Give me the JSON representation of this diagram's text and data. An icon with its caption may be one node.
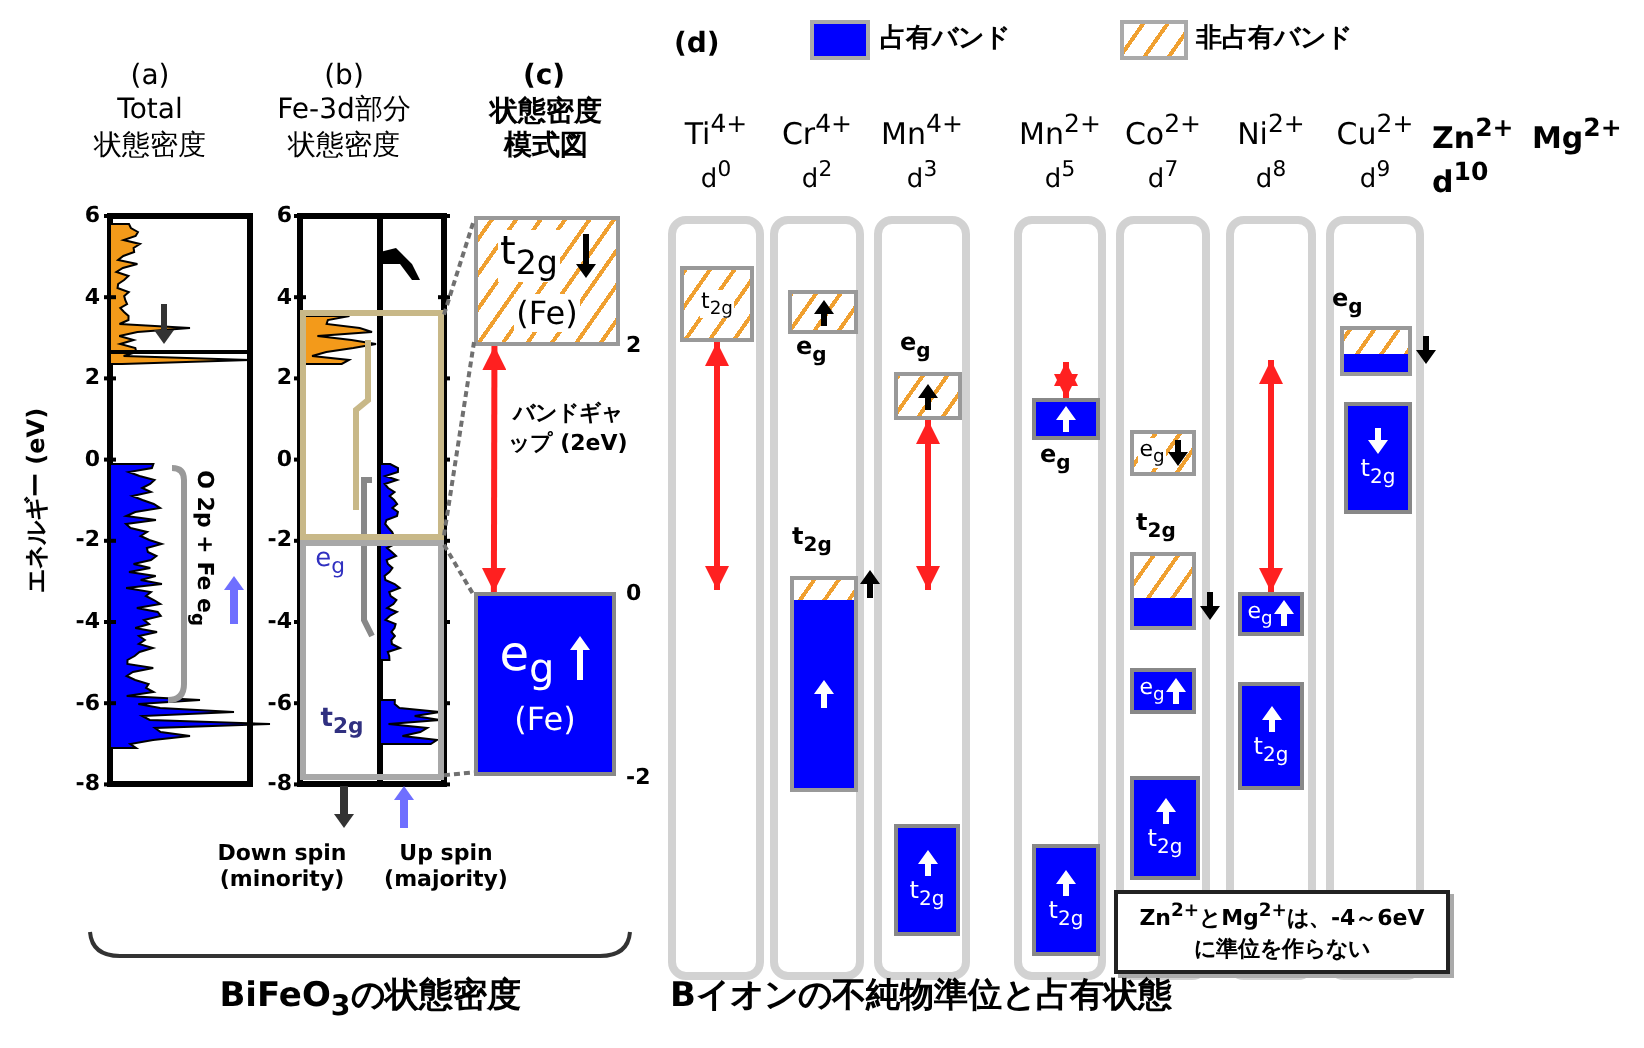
{
  "diagram": {
    "nodes": [
      {
        "text": [],
        "shape": "box"
      },
      {
        "text": [],
        "shape": "box"
      },
      {
        "text": [
          "t$_{2g}$",
          "(Fe)"
        ]
      },
      {
        "text": [
          "e$_{g}$",
          "(Fe)"
        ]
      },
      {
        "text": [
          "Ti$^{4+}$",
          "d$^{0}$"
        ]
      },
      {
        "text": [
          "t$_{2g}$"
        ],
        "in": 4
      },
      {
        "text": [
          "Cr$^{4+}$",
          "d$^{2}$"
        ]
      },
      {
        "text": [],
        "shape": "box",
        "in": 6,
        "beside": [
          "e$_{g}$"
        ]
      },
      {
        "text": [],
        "shape": "box",
        "in": 6,
        "beside": [
          "t$_{2g}$"
        ]
      },
      {
        "text": [
          "Mn$^{4+}$",
          "d$^{3}$"
        ]
      },
      {
        "text": [],
        "shape": "box",
        "in": 9,
        "beside": [
          "e$_{g}$"
        ]
      },
      {
        "text": [
          "t$_{2g}$"
        ],
        "in": 9
      },
      {
        "text": [
          "Mn$^{2+}$",
          "d$^{5}$"
        ]
      },
      {
        "text": [],
        "shape": "box",
        "in": 12,
        "beside": [
          "e$_{g}$"
        ]
      },
      {
        "text": [
          "t$_{2g}$"
        ],
        "in": 12
      },
      {
        "text": [
          "Co$^{2+}$",
          "d$^{7}$"
        ]
      },
      {
        "text": [
          "e$_{g}$"
        ],
        "in": 15
      },
      {
        "text": [],
        "shape": "box",
        "in": 15,
        "beside": [
          "t$_{2g}$"
        ]
      },
      {
        "text": [
          "e$_{g}$"
        ],
        "in": 15
      },
      {
        "text": [
          "t$_{2g}$"
        ],
        "in": 15
      },
      {
        "text": [
          "Ni$^{2+}$",
          "d$^{8}$"
        ]
      },
      {
        "text": [
          "e$_{g}$"
        ],
        "in": 20
      },
      {
        "text": [
          "t$_{2g}$"
        ],
        "in": 20
      },
      {
        "text": [
          "Cu$^{2+}$",
          "d$^{9}$"
        ]
      },
      {
        "text": [],
        "shape": "box",
        "in": 23,
        "beside": [
          "e$_{g}$"
        ]
      },
      {
        "text": [
          "t$_{2g}$"
        ],
        "in": 23
      },
      {
        "text": [
          "Zn$^{2+}$とMg$^{2+}$は、-4～6eVに準位を作らない"
        ]
      }
    ],
    "edges": [
      {
        "from": 2,
        "to": 3,
        "arrow": "both",
        "label": "バンドギャップ (2eV)"
      },
      {
        "from": 5,
        "to": null,
        "arrow": "both"
      },
      {
        "from": 10,
        "to": null,
        "arrow": "both"
      },
      {
        "from": null,
        "to": 13,
        "arrow": "both"
      },
      {
        "from": null,
        "to": 21,
        "arrow": "both"
      },
      {
        "from": 0,
        "to": 2,
        "arrow": "none",
        "style": "dashed",
        "color": "#707070"
      },
      {
        "from": 0,
        "to": 2,
        "arrow": "none",
        "style": "dashed",
        "color": "#707070"
      },
      {
        "from": 1,
        "to": 3,
        "arrow": "none",
        "style": "dashed",
        "color": "#707070"
      },
      {
        "from": 1,
        "to": 3,
        "arrow": "none",
        "style": "dashed",
        "color": "#707070"
      }
    ],
    "labels": [
      "(a)",
      "Total",
      "状態密度",
      "(b)",
      "Fe-3d部分",
      "状態密度",
      "(c)",
      "状態密度模式図",
      "(d)",
      "エネルギー (eV)",
      "6",
      "4",
      "2",
      "0",
      "-2",
      "-4",
      "-6",
      "-8",
      "6",
      "4",
      "2",
      "0",
      "-2",
      "-4",
      "-6",
      "-8",
      "2",
      "0",
      "-2",
      "O 2p + Fe e$_{g}$",
      "e$_{g}$",
      "t$_{2g}$",
      "Down spin (minority)",
      "Up spin (majority)",
      "Zn$^{2+}$",
      "Mg$^{2+}$",
      "d$^{10}$",
      "BiFeO$_{3}$の状態密度",
      "Bイオンの不純物準位と占有状態"
    ],
    "legend": [
      {
        "text": "占有バンド",
        "color": "#0000ff"
      },
      {
        "text": "非占有バンド"
      }
    ]
  }
}
